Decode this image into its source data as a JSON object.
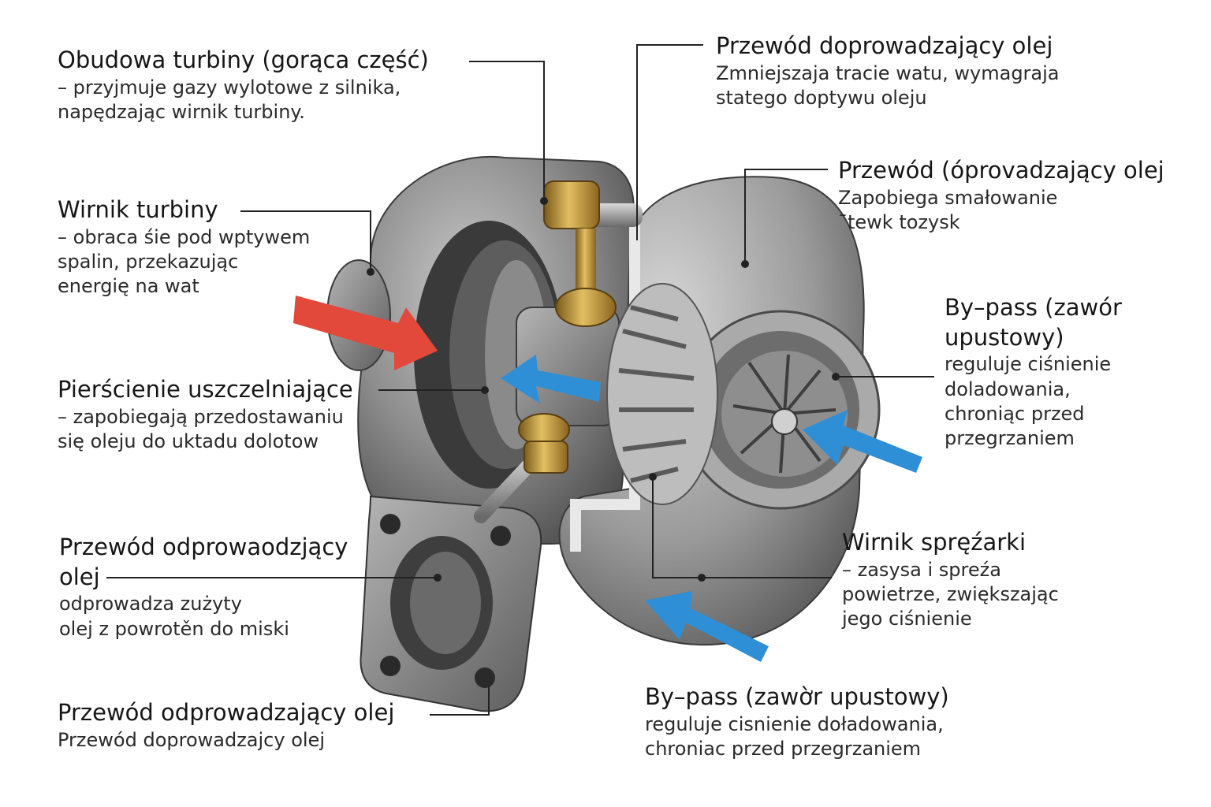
{
  "colors": {
    "hot_arrow": "#e2493a",
    "cold_arrow": "#2f8fd6",
    "housing": "#8a8a8a",
    "brass": "#c49a3a"
  },
  "labels": {
    "turbine_housing": {
      "title": "Obudowa turbiny (gorąca część)",
      "desc": [
        "– przyjmuje gazy wylotowe z silnika,",
        "napędzając wirnik turbiny."
      ]
    },
    "turbine_wheel": {
      "title": "Wirnik turbiny",
      "desc": [
        "– obraca śie pod wptywem",
        "spalin, przekazując",
        "energię na wat"
      ]
    },
    "seal_rings": {
      "title": "Pierścienie uszczelniające",
      "desc": [
        "– zapobiegają przedostawaniu",
        "się oleju do uktadu dolotow"
      ]
    },
    "oil_drain_left": {
      "title": [
        "Przewód odprowaodzjący",
        "olej"
      ],
      "desc": [
        "odprowadza zużyty",
        "olej z powrotěn do miski"
      ]
    },
    "oil_drain_bottom": {
      "title": "Przewód odprowadzający olej",
      "desc": [
        "Przewód doprowadzajcy olej"
      ]
    },
    "oil_supply_top": {
      "title": "Przewód doprowadzający olej",
      "desc": [
        "Zmniejszaja tracie watu, wymagraja",
        "statego doptywu oleju"
      ]
    },
    "oil_supply_right": {
      "title": "Przewód (óprovadzający olej",
      "desc": [
        "Zapobiega smałowanie",
        "¯tewk tozysk"
      ]
    },
    "bypass_right": {
      "title": [
        "By–pass (zawór",
        "upustowy)"
      ],
      "desc": [
        "reguluje ciśnienie",
        "doladowania,",
        "chroniąc przed",
        "przegrzaniem"
      ]
    },
    "compressor_wheel": {
      "title": "Wirnik spręźarki",
      "desc": [
        "– zasysa i spreźa",
        "powietrze, zwiększając",
        "jego ciśnienie"
      ]
    },
    "bypass_bottom": {
      "title": "By–pass (zawờr upustowy)",
      "desc": [
        "reguluje cisnienie doładowania,",
        "chroniac przed przegrzaniem"
      ]
    }
  }
}
